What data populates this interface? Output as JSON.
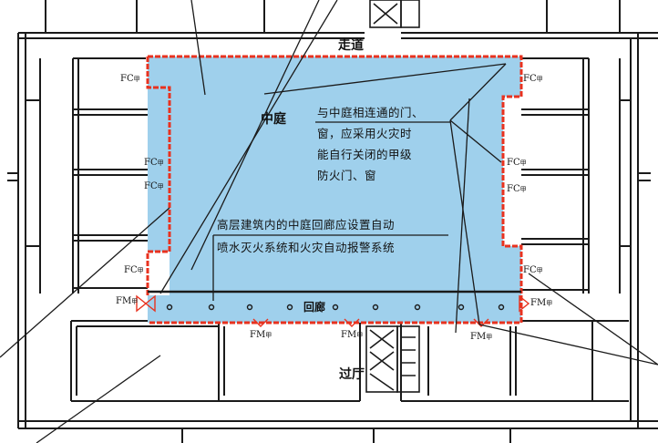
{
  "labels": {
    "corridor": "走道",
    "atrium": "中庭",
    "gallery": "回廊",
    "hall": "过厅"
  },
  "notes": {
    "door_note": [
      "与中庭相连通的门、",
      "窗，应采用火灾时",
      "能自行关闭的甲级",
      "防火门、窗"
    ],
    "sprinkler_note": [
      "高层建筑内的中庭回廊应设置自动",
      "喷水灭火系统和火灾自动报警系统"
    ]
  },
  "markers": {
    "fc": "FC",
    "fm": "FM",
    "suffix": "甲"
  },
  "colors": {
    "atrium_fill": "#9fd0ec",
    "fire_separation": "#e8321f",
    "wall": "#1a1a1a",
    "background": "#ffffff"
  }
}
